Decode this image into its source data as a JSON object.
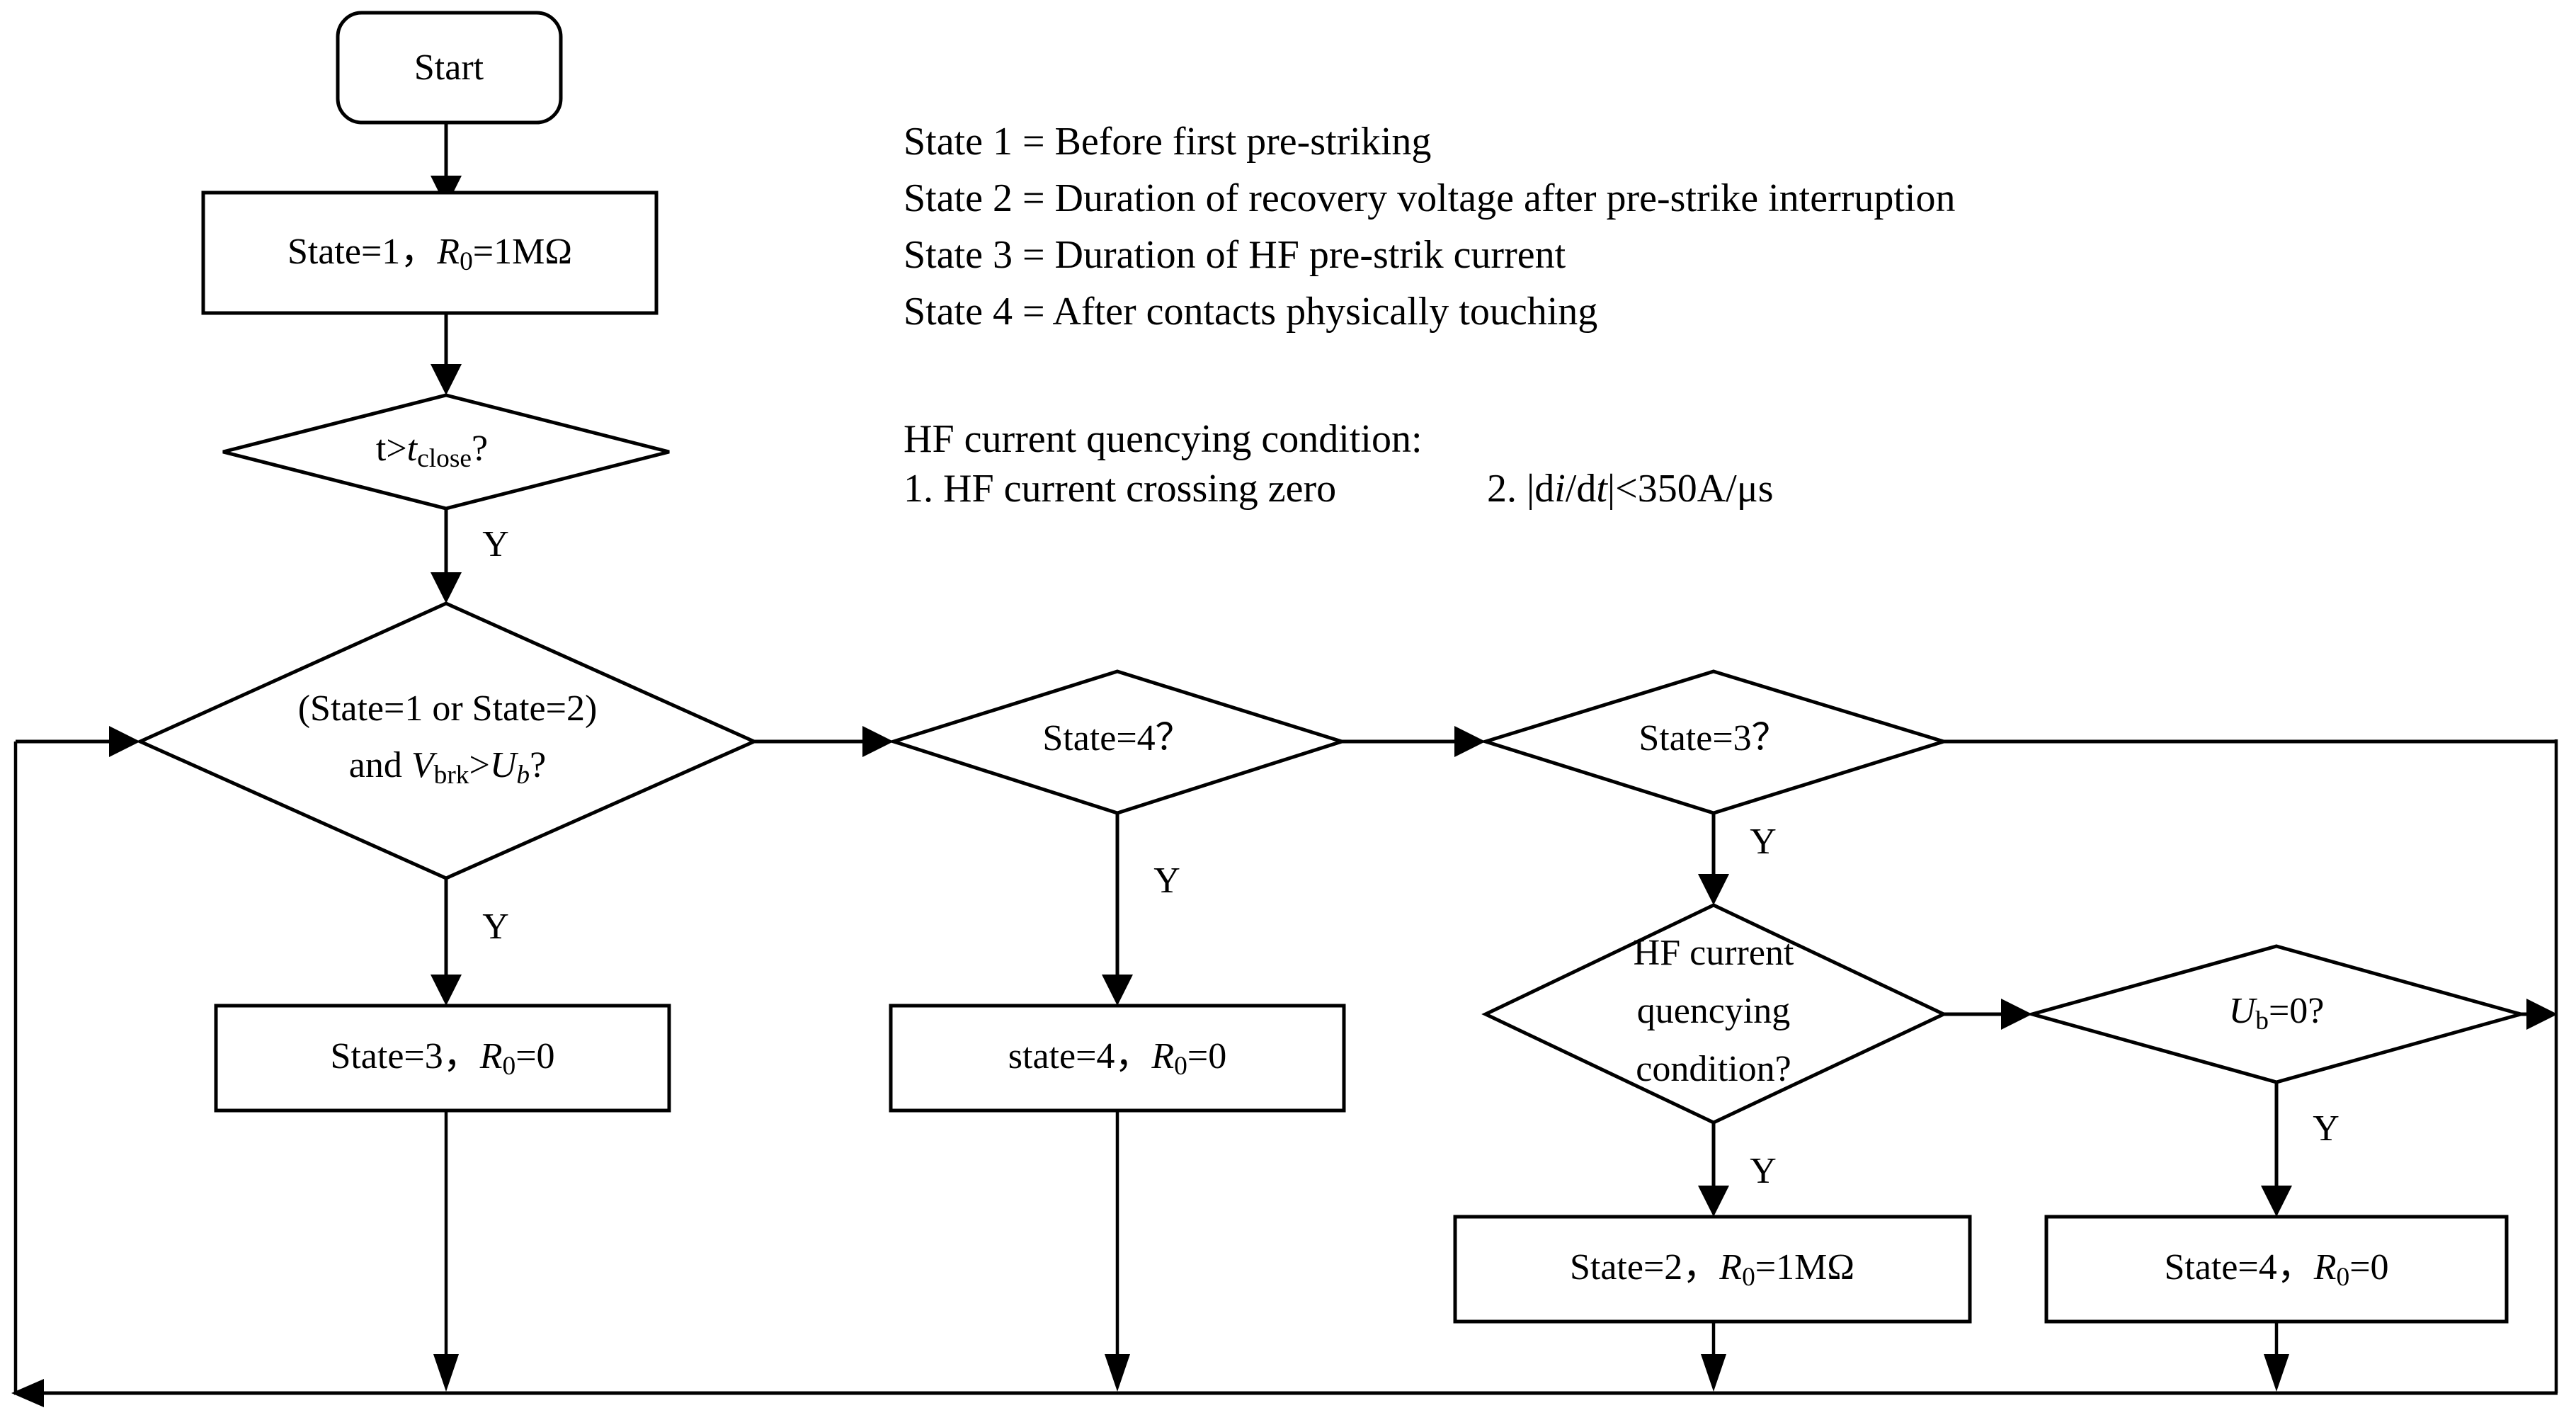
{
  "diagram": {
    "title": "Closing operation pre-strike state machine flowchart",
    "background_color": "#ffffff",
    "line_color": "#000000"
  },
  "nodes": {
    "start": {
      "shape": "rounded-rectangle",
      "label": "Start"
    },
    "init": {
      "shape": "rectangle",
      "label_plain": "State=1，R0=1MΩ",
      "part_a": "State=1，",
      "part_var": "R",
      "part_sub": "0",
      "part_b": "=1MΩ"
    },
    "t_close_decision": {
      "shape": "diamond",
      "label_plain": "t>tclose?",
      "part_a": "t>",
      "part_var": "t",
      "part_sub": "close",
      "part_b": "?"
    },
    "state12_decision": {
      "shape": "diamond",
      "line1": "(State=1 or State=2)",
      "line2_a": "and ",
      "line2_var1": "V",
      "line2_sub1": "brk",
      "line2_mid": ">",
      "line2_var2": "U",
      "line2_sub2": "b",
      "line2_end": "?"
    },
    "set_state3": {
      "shape": "rectangle",
      "part_a": "State=3，",
      "part_var": "R",
      "part_sub": "0",
      "part_b": "=0"
    },
    "state4_decision": {
      "shape": "diamond",
      "label": "State=4？"
    },
    "set_state4_mid": {
      "shape": "rectangle",
      "part_a": "state=4，",
      "part_var": "R",
      "part_sub": "0",
      "part_b": "=0"
    },
    "state3_decision": {
      "shape": "diamond",
      "label": "State=3？"
    },
    "hf_quench_decision": {
      "shape": "diamond",
      "line1": "HF current",
      "line2": "quencying",
      "line3": "condition?"
    },
    "set_state2": {
      "shape": "rectangle",
      "part_a": "State=2，",
      "part_var": "R",
      "part_sub": "0",
      "part_b": "=1MΩ"
    },
    "ub_decision": {
      "shape": "diamond",
      "part_var": "U",
      "part_sub": "b",
      "part_b": "=0?"
    },
    "set_state4_right": {
      "shape": "rectangle",
      "part_a": "State=4，",
      "part_var": "R",
      "part_sub": "0",
      "part_b": "=0"
    }
  },
  "branch_labels": {
    "t_close_yes": "Y",
    "state12_yes": "Y",
    "state4_yes": "Y",
    "state3_yes": "Y",
    "hf_quench_yes": "Y",
    "ub_yes": "Y"
  },
  "legend": {
    "states": [
      "State 1 = Before first pre-striking",
      "State 2 = Duration of recovery voltage after pre-strike interruption",
      "State 3 = Duration of HF pre-strik current",
      "State 4 = After contacts physically touching"
    ],
    "condition_heading": "HF current quencying condition:",
    "condition_item_1": "1. HF current crossing zero",
    "condition_item_2_a": "2. |d",
    "condition_item_2_i": "i",
    "condition_item_2_b": "/d",
    "condition_item_2_t": "t",
    "condition_item_2_c": "|<350A/μs"
  }
}
